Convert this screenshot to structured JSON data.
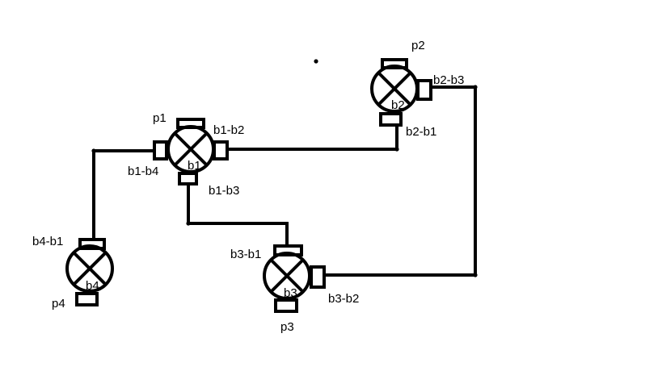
{
  "colors": {
    "background": "#ffffff",
    "ink": "#000000"
  },
  "nodes": [
    {
      "id": "b1",
      "label": "b1",
      "port_label": "p1"
    },
    {
      "id": "b2",
      "label": "b2",
      "port_label": "p2"
    },
    {
      "id": "b3",
      "label": "b3",
      "port_label": "p3"
    },
    {
      "id": "b4",
      "label": "b4",
      "port_label": "p4"
    }
  ],
  "links": [
    {
      "from": "b1",
      "to": "b2",
      "from_label": "b1-b2",
      "to_label": "b2-b1"
    },
    {
      "from": "b1",
      "to": "b3",
      "from_label": "b1-b3",
      "to_label": "b3-b1"
    },
    {
      "from": "b1",
      "to": "b4",
      "from_label": "b1-b4",
      "to_label": "b4-b1"
    },
    {
      "from": "b2",
      "to": "b3",
      "from_label": "b2-b3",
      "to_label": "b3-b2"
    }
  ]
}
